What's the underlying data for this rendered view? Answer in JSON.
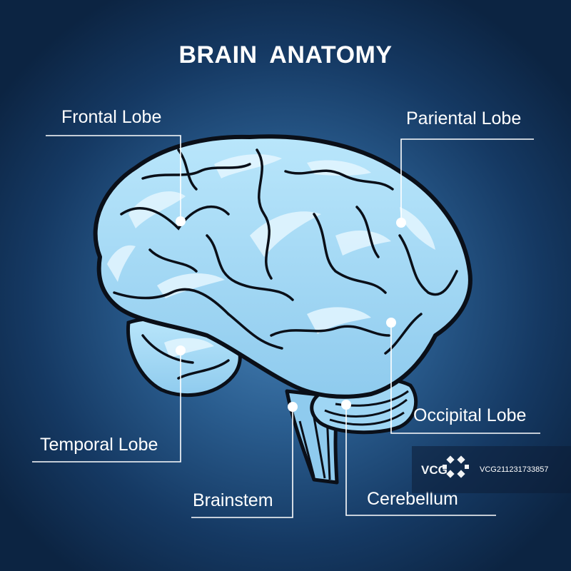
{
  "title": "BRAIN ANATOMY",
  "labels": {
    "frontal": "Frontal Lobe",
    "parietal": "Pariental Lobe",
    "temporal": "Temporal Lobe",
    "occipital": "Occipital Lobe",
    "brainstem": "Brainstem",
    "cerebellum": "Cerebellum"
  },
  "watermark": {
    "logo": "VCG",
    "id": "VCG211231733857"
  },
  "colors": {
    "background_center": "#4a86bb",
    "background_edge": "#0c2442",
    "brain_fill": "#a9dcf7",
    "brain_highlight": "#e4f6ff",
    "brain_outline": "#0a0f18",
    "leader_line": "#ffffff"
  }
}
